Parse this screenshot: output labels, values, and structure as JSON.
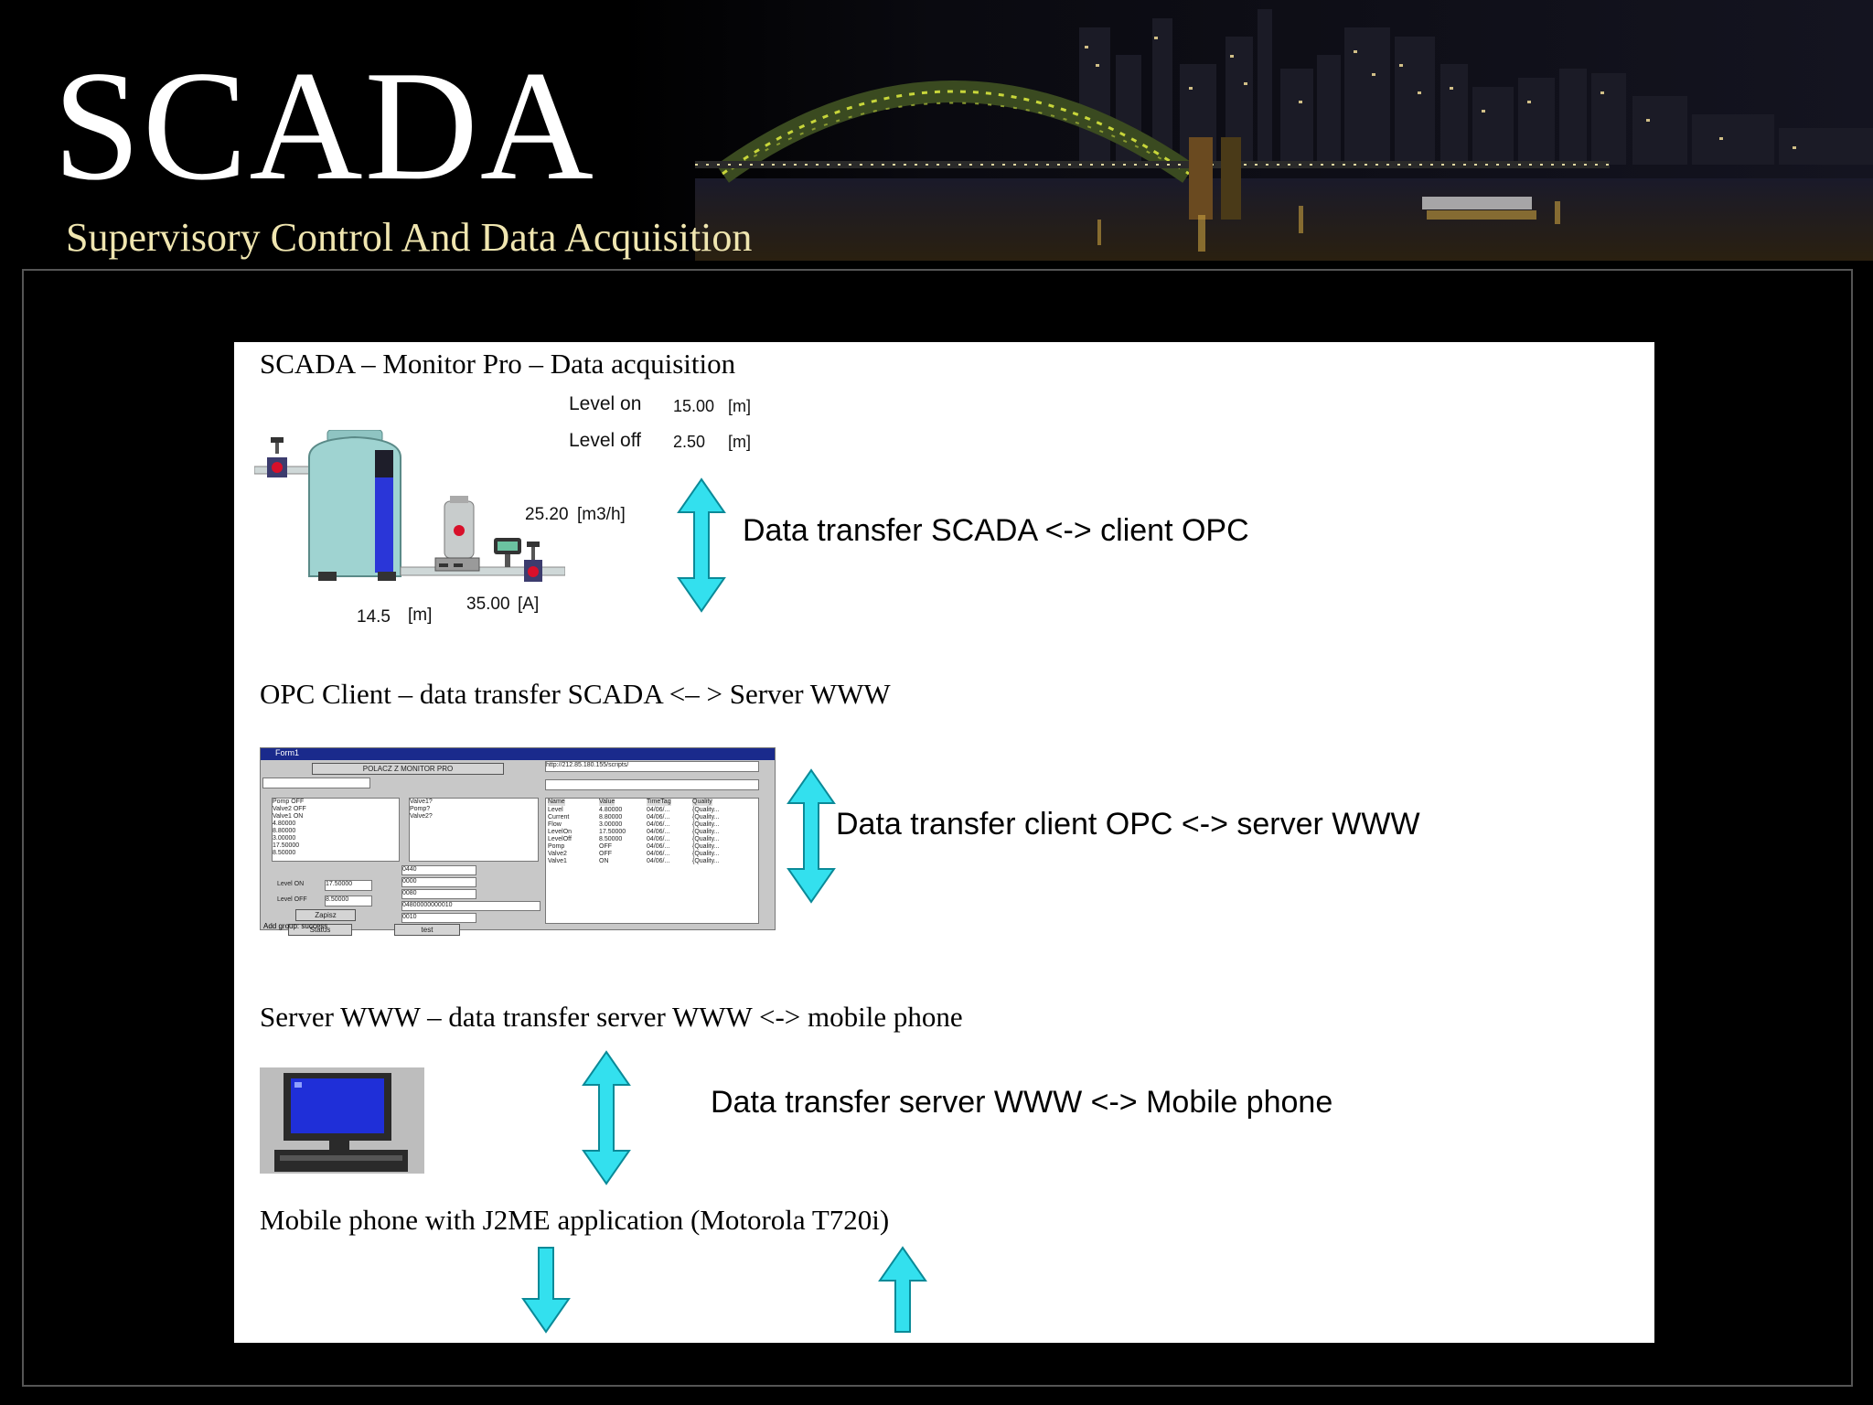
{
  "header": {
    "title": "SCADA",
    "subtitle": "Supervisory Control And Data Acquisition"
  },
  "sections": {
    "s1": {
      "heading": "SCADA – Monitor Pro – Data acquisition",
      "level_on_label": "Level on",
      "level_on_value": "15.00",
      "level_on_unit": "[m]",
      "level_off_label": "Level off",
      "level_off_value": "2.50",
      "level_off_unit": "[m]",
      "flow_value": "25.20",
      "flow_unit": "[m3/h]",
      "current_value": "35.00",
      "current_unit": "[A]",
      "level_value": "14.5",
      "level_unit": "[m]",
      "transfer": "Data transfer SCADA <-> client OPC"
    },
    "s2": {
      "heading": "OPC Client – data transfer SCADA <– > Server WWW",
      "transfer": "Data transfer  client OPC <-> server WWW",
      "form": {
        "title": "Form1",
        "connect_button": "POLACZ Z MONITOR PRO",
        "url": "http://212.85.180.155/scripts/",
        "list1": "Pomp OFF\nValve2 OFF\nValve1 ON\n4.80000\n8.80000\n3.00000\n17.50000\n8.50000",
        "list2": "Valve1?\nPomp?\nValve2?",
        "table_headers": [
          "Name",
          "Value",
          "TimeTag",
          "Quality"
        ],
        "table_rows": [
          [
            "Level",
            "4.80000",
            "04/06/...",
            "{Quality..."
          ],
          [
            "Current",
            "8.80000",
            "04/06/...",
            "{Quality..."
          ],
          [
            "Flow",
            "3.00000",
            "04/06/...",
            "{Quality..."
          ],
          [
            "LevelOn",
            "17.50000",
            "04/06/...",
            "{Quality..."
          ],
          [
            "LevelOff",
            "8.50000",
            "04/06/...",
            "{Quality..."
          ],
          [
            "Pomp",
            "OFF",
            "04/06/...",
            "{Quality..."
          ],
          [
            "Valve2",
            "OFF",
            "04/06/...",
            "{Quality..."
          ],
          [
            "Valve1",
            "ON",
            "04/06/...",
            "{Quality..."
          ]
        ],
        "level_on_label": "Level ON",
        "level_on_value": "17.50000",
        "level_off_label": "Level OFF",
        "level_off_value": "8.50000",
        "save_button": "Zapisz",
        "status_button": "Status",
        "test_button": "test",
        "fields": [
          "0440",
          "0000",
          "0080",
          "04800000000010",
          "0010"
        ],
        "status_bar": "Add group: success"
      }
    },
    "s3": {
      "heading": "Server WWW – data transfer server WWW <-> mobile phone",
      "transfer": "Data transfer  server WWW <-> Mobile phone"
    },
    "s4": {
      "heading": "Mobile phone with J2ME application (Motorola T720i)"
    }
  },
  "colors": {
    "arrow": "#33e0ee",
    "tank": "#9fd3d1",
    "tank_level": "#2a36d8",
    "monitor_screen": "#1f2fd8"
  }
}
